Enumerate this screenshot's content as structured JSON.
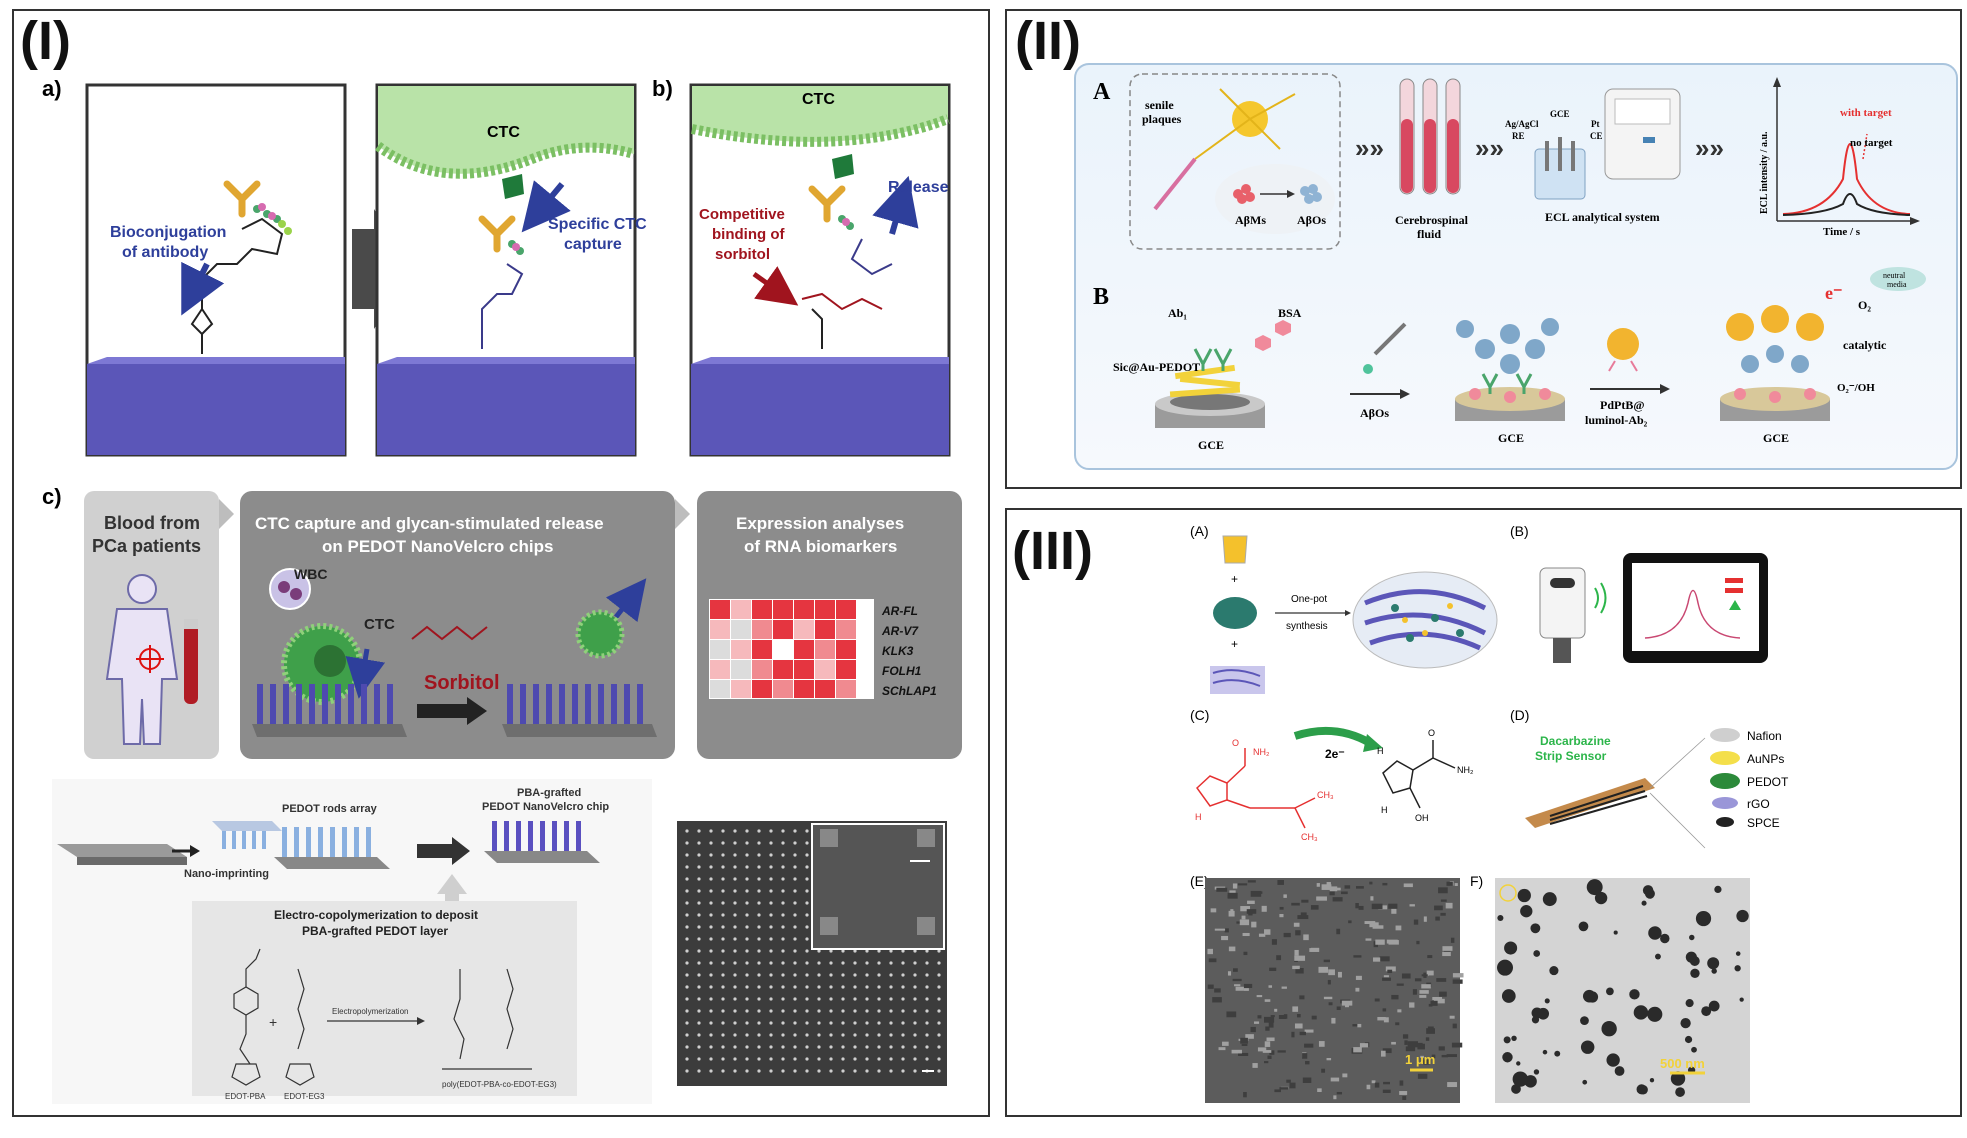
{
  "panel_I": {
    "label": "(I)",
    "sub_a": "a)",
    "sub_b": "b)",
    "sub_c": "c)",
    "ctc": "CTC",
    "bioconj_1": "Bioconjugation",
    "bioconj_2": "of antibody",
    "specific_1": "Specific CTC",
    "specific_2": "capture",
    "competitive_1": "Competitive",
    "competitive_2": "binding of",
    "competitive_3": "sorbitol",
    "release": "Release",
    "blood_1": "Blood from",
    "blood_2": "PCa patients",
    "capture_1": "CTC capture and glycan-stimulated release",
    "capture_2": "on PEDOT NanoVelcro chips",
    "expr_1": "Expression analyses",
    "expr_2": "of RNA biomarkers",
    "wbc": "WBC",
    "sorbitol": "Sorbitol",
    "genes": [
      "AR-FL",
      "AR-V7",
      "KLK3",
      "FOLH1",
      "SChLAP1"
    ],
    "rods": "PEDOT rods array",
    "pba_1": "PBA-grafted",
    "pba_2": "PEDOT NanoVelcro chip",
    "nano": "Nano-imprinting",
    "electro_1": "Electro-copolymerization to deposit",
    "electro_2": "PBA-grafted PEDOT layer",
    "electropoly": "Electropolymerization",
    "edot_pba": "EDOT-PBA",
    "edot_eg3": "EDOT-EG3",
    "poly": "poly(EDOT-PBA-co-EDOT-EG3)"
  },
  "panel_II": {
    "label": "(II)",
    "A": "A",
    "B": "B",
    "senile_1": "senile",
    "senile_2": "plaques",
    "abms": "AβMs",
    "abos": "AβOs",
    "csf_1": "Cerebrospinal",
    "csf_2": "fluid",
    "agagcl": "Ag/AgCl",
    "re": "RE",
    "gce": "GCE",
    "pt": "Pt",
    "ce": "CE",
    "ecl_system": "ECL analytical system",
    "with_target": "with target",
    "no_target": "no target",
    "ylabel": "ECL intensity / a.u.",
    "xlabel": "Time / s",
    "ab1": "Ab₁",
    "bsa": "BSA",
    "sic": "Sic@Au-PEDOT",
    "abos_arrow": "AβOs",
    "pdptb_1": "PdPtB@",
    "pdptb_2": "luminol-Ab₂",
    "eminus": "e⁻",
    "o2": "O₂",
    "neutral_1": "neutral",
    "neutral_2": "media",
    "catalytic": "catalytic",
    "o2_radical": "O₂⁻/OH",
    "gce_label": "GCE"
  },
  "panel_III": {
    "label": "(III)",
    "A": "(A)",
    "B": "(B)",
    "C": "(C)",
    "D": "(D)",
    "E": "(E)",
    "F": "F)",
    "onepot_1": "One-pot",
    "onepot_2": "synthesis",
    "two_e": "2e⁻",
    "strip_1": "Dacarbazine",
    "strip_2": "Strip Sensor",
    "layers": [
      "Nafion",
      "AuNPs",
      "PEDOT",
      "rGO",
      "SPCE"
    ],
    "scale_e": "1 μm",
    "scale_f": "500 nm"
  },
  "colors": {
    "blue_arrow": "#2e3f9b",
    "red_text": "#a0141e",
    "ctc_green": "#8fd17a",
    "surface": "#5b56b8",
    "grey_box": "#8c8c8c",
    "ecl_red": "#e53030"
  }
}
